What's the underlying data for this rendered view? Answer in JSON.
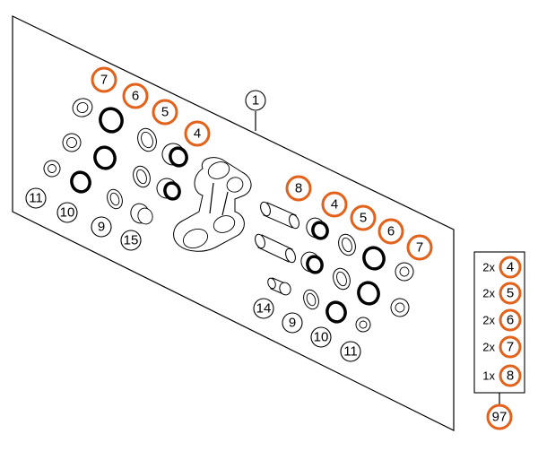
{
  "diagram": {
    "assembly_label": "1",
    "callouts": [
      {
        "label": "7",
        "highlight": true
      },
      {
        "label": "6",
        "highlight": true
      },
      {
        "label": "5",
        "highlight": true
      },
      {
        "label": "4",
        "highlight": true
      },
      {
        "label": "11",
        "highlight": false
      },
      {
        "label": "10",
        "highlight": false
      },
      {
        "label": "9",
        "highlight": false
      },
      {
        "label": "15",
        "highlight": false
      },
      {
        "label": "8",
        "highlight": true
      },
      {
        "label": "4",
        "highlight": true
      },
      {
        "label": "5",
        "highlight": true
      },
      {
        "label": "6",
        "highlight": true
      },
      {
        "label": "7",
        "highlight": true
      },
      {
        "label": "14",
        "highlight": false
      },
      {
        "label": "9",
        "highlight": false
      },
      {
        "label": "10",
        "highlight": false
      },
      {
        "label": "11",
        "highlight": false
      }
    ],
    "kit": {
      "items": [
        {
          "qty": "2x",
          "label": "4"
        },
        {
          "qty": "2x",
          "label": "5"
        },
        {
          "qty": "2x",
          "label": "6"
        },
        {
          "qty": "2x",
          "label": "7"
        },
        {
          "qty": "1x",
          "label": "8"
        }
      ],
      "kit_label": "97"
    },
    "colors": {
      "highlight": "#e2611b",
      "stroke": "#000000"
    }
  }
}
